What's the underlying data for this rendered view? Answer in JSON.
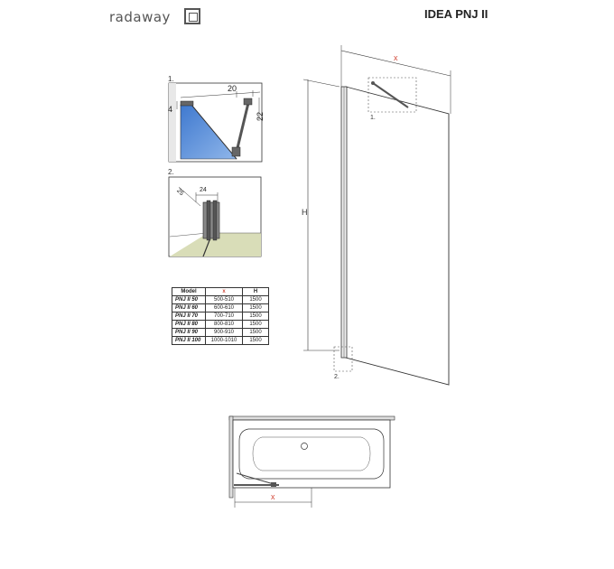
{
  "header": {
    "brand": "radaway",
    "product": "IDEA PNJ II"
  },
  "detail1": {
    "label": "1.",
    "dim_top": "20",
    "dim_left": "4",
    "dim_right": "22"
  },
  "detail2": {
    "label": "2.",
    "dim_a": "25",
    "dim_b": "24"
  },
  "main_view": {
    "width_label": "x",
    "height_label": "H",
    "callout1": "1.",
    "callout2": "2."
  },
  "plan_view": {
    "width_label": "x"
  },
  "table": {
    "headers": [
      "Model",
      "x",
      "H"
    ],
    "rows": [
      [
        "PNJ II 50",
        "500-510",
        "1500"
      ],
      [
        "PNJ II 60",
        "600-610",
        "1500"
      ],
      [
        "PNJ II 70",
        "700-710",
        "1500"
      ],
      [
        "PNJ II 80",
        "800-810",
        "1500"
      ],
      [
        "PNJ II 90",
        "900-910",
        "1500"
      ],
      [
        "PNJ II 100",
        "1000-1010",
        "1500"
      ]
    ]
  },
  "colors": {
    "glass_blue": "#5b8fd6",
    "floor_tint": "#d9ddb8",
    "dim_red": "#d24a3b",
    "line": "#333333"
  }
}
